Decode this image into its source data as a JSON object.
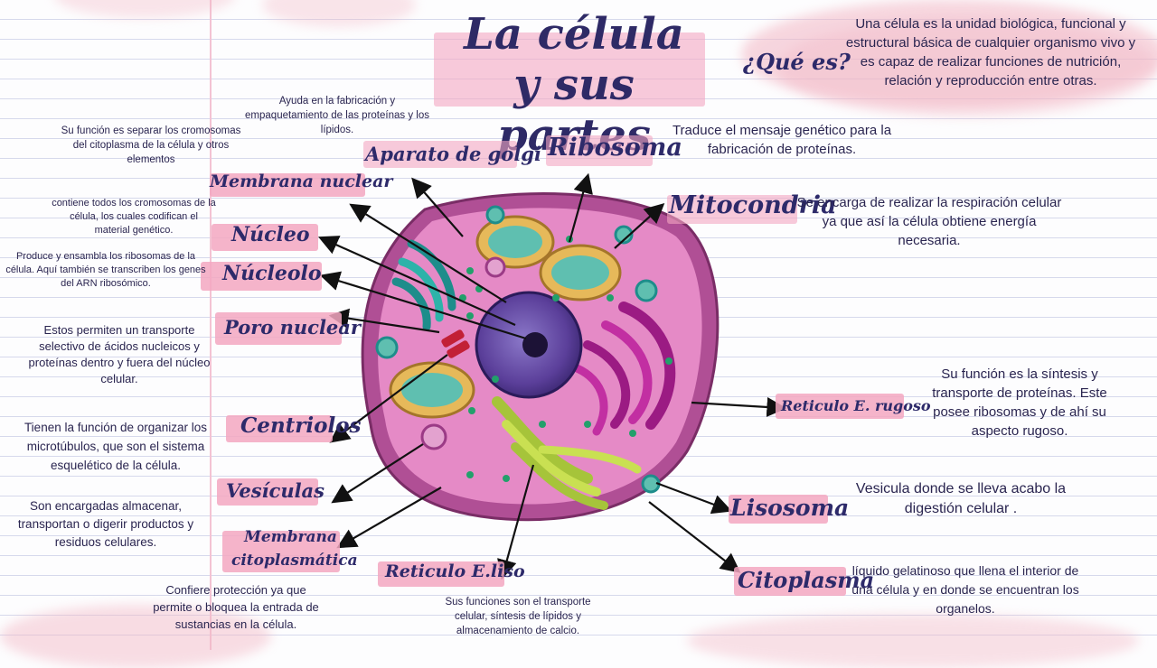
{
  "title": {
    "line1": "La célula",
    "line2": "y sus partes"
  },
  "que_es": {
    "label": "¿Qué es?",
    "text": "Una célula es la unidad biológica, funcional y estructural básica de cualquier organismo vivo y es capaz de realizar funciones de nutrición, relación y reproducción entre otras."
  },
  "parts": {
    "aparato_golgi": {
      "label": "Aparato de golgi",
      "desc": "Ayuda en la fabricación y empaquetamiento de las proteínas y los lípidos."
    },
    "ribosoma": {
      "label": "Ribosoma",
      "desc": "Traduce el mensaje genético para la fabricación de proteínas."
    },
    "mitocondria": {
      "label": "Mitocondria",
      "desc": "Se encarga de realizar la respiración celular ya que así la célula obtiene energía necesaria."
    },
    "membrana_nuclear": {
      "label": "Membrana nuclear",
      "desc": "Su función es separar los cromosomas del citoplasma de la célula y otros elementos"
    },
    "nucleo": {
      "label": "Núcleo",
      "desc": "contiene todos los cromosomas de la célula, los cuales codifican el material genético."
    },
    "nucleolo": {
      "label": "Núcleolo",
      "desc": "Produce y ensambla los ribosomas de la célula. Aquí también se transcriben los genes del ARN ribosómico."
    },
    "poro_nuclear": {
      "label": "Poro nuclear",
      "desc": "Estos  permiten un transporte selectivo de ácidos nucleicos y proteínas dentro y fuera del núcleo celular."
    },
    "centriolos": {
      "label": "Centriolos",
      "desc": "Tienen la función de organizar los microtúbulos, que son el sistema esquelético de la célula."
    },
    "vesiculas": {
      "label": "Vesículas",
      "desc": "Son encargadas almacenar, transportan o digerir  productos y residuos celulares."
    },
    "membrana_citoplasmatica": {
      "label_1": "Membrana",
      "label_2": "citoplasmática",
      "desc": "Confiere protección ya que permite o  bloquea la entrada de sustancias en la célula."
    },
    "reticulo_liso": {
      "label": "Reticulo E.liso",
      "desc": "Sus funciones son el transporte celular, síntesis de lípidos y almacenamiento de calcio."
    },
    "reticulo_rugoso": {
      "label": "Reticulo E. rugoso",
      "desc": "Su función es la síntesis y transporte de proteínas. Este posee ribosomas y de ahí su aspecto rugoso."
    },
    "lisosoma": {
      "label": "Lisosoma",
      "desc": "Vesicula donde se lleva acabo la digestión celular ."
    },
    "citoplasma": {
      "label": "Citoplasma",
      "desc": "líquido gelatinoso que llena el interior de una célula y en donde se encuentran los organelos."
    }
  },
  "colors": {
    "accent_pink": "#f3a7c1",
    "ink": "#2d2a6a",
    "cell": "#e58ac6",
    "nucleus": "#5b3f9a"
  }
}
